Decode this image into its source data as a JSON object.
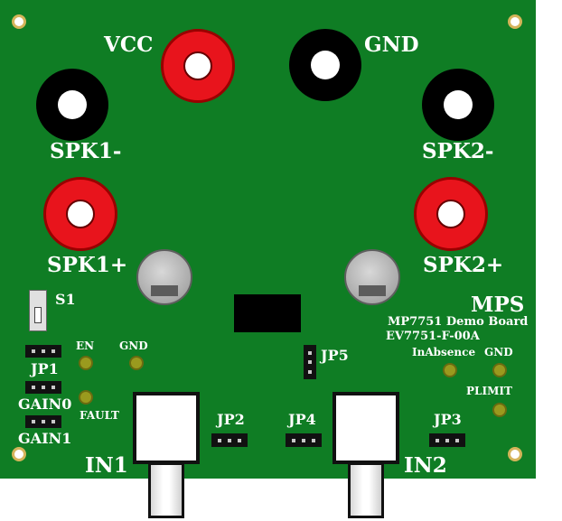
{
  "labels": {
    "vcc": "VCC",
    "gnd_top": "GND",
    "spk1_minus": "SPK1-",
    "spk2_minus": "SPK2-",
    "spk1_plus": "SPK1+",
    "spk2_plus": "SPK2+",
    "s1": "S1",
    "mps": "MPS",
    "demo_board": "MP7751 Demo Board",
    "part_number": "EV7751-F-00A",
    "en": "EN",
    "gnd_left": "GND",
    "jp1": "JP1",
    "gain0": "GAIN0",
    "fault": "FAULT",
    "gain1": "GAIN1",
    "jp5": "JP5",
    "inabsence": "InAbsence",
    "gnd_right": "GND",
    "plimit": "PLIMIT",
    "jp2": "JP2",
    "jp4": "JP4",
    "jp3": "JP3",
    "in1": "IN1",
    "in2": "IN2"
  },
  "colors": {
    "pcb": "#0f7d24",
    "terminal_red": "#e8141c",
    "terminal_black": "#000000",
    "silkscreen": "#ffffff"
  }
}
